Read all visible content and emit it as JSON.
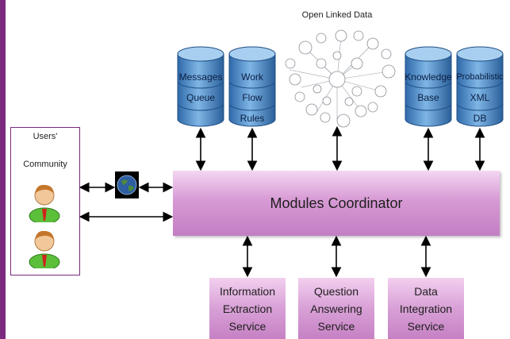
{
  "open_linked_data": {
    "title": "Open Linked Data"
  },
  "users": {
    "label_line1": "Users'",
    "label_line2": "Community"
  },
  "databases": [
    {
      "lines": [
        "Messages",
        "Queue"
      ]
    },
    {
      "lines": [
        "Work",
        "Flow",
        "Rules"
      ]
    },
    {
      "lines": [
        "Knowledge",
        "Base"
      ]
    },
    {
      "lines": [
        "Probabilistic",
        "XML",
        "DB"
      ]
    }
  ],
  "coordinator": {
    "label": "Modules Coordinator"
  },
  "services": [
    {
      "lines": [
        "Information",
        "Extraction",
        "Service"
      ]
    },
    {
      "lines": [
        "Question",
        "Answering",
        "Service"
      ]
    },
    {
      "lines": [
        "Data",
        "Integration",
        "Service"
      ]
    }
  ],
  "colors": {
    "accent_purple": "#7a2a7f",
    "cylinder_blue": "#3d7fc2",
    "module_pink": "#d79ad4"
  }
}
